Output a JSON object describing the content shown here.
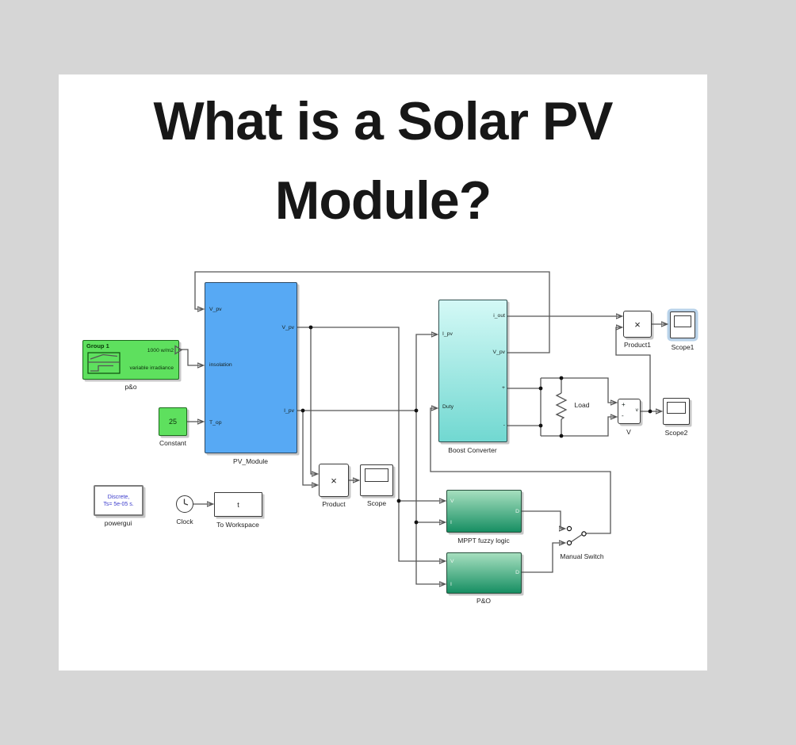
{
  "title": {
    "line1": "What is a Solar PV",
    "line2": "Module?"
  },
  "colors": {
    "page_background": "#d6d6d6",
    "card_background": "#ffffff",
    "block_green": "#5ee05e",
    "block_blue": "#57a9f4",
    "boost_gradient_top": "#d4f9f6",
    "boost_gradient_bottom": "#71d8d1",
    "mppt_gradient_top": "#a6dfbf",
    "mppt_gradient_bottom": "#178f63",
    "powergui_text": "#3c3ccc",
    "selection_highlight": "#b9d3ea",
    "wire": "#565656"
  },
  "diagram": {
    "signal_builder": {
      "header": "Group 1",
      "irradiance_value": "1000 w/m2",
      "irradiance_label": "variable irradiance",
      "name": "p&o"
    },
    "pv_module": {
      "name": "PV_Module",
      "in_vpv": "V_pv",
      "in_insolation": "insolation",
      "in_top": "T_op",
      "out_vpv": "V_pv",
      "out_ipv": "I_pv"
    },
    "constant": {
      "value": "25",
      "name": "Constant"
    },
    "powergui": {
      "line1": "Discrete,",
      "line2": "Ts= 5e-05 s.",
      "name": "powergui"
    },
    "clock": {
      "name": "Clock"
    },
    "to_workspace": {
      "value": "t",
      "name": "To Workspace"
    },
    "product": {
      "symbol": "×",
      "name": "Product"
    },
    "scope": {
      "name": "Scope"
    },
    "boost": {
      "name": "Boost Converter",
      "in_ipv": "I_pv",
      "in_duty": "Duty",
      "out_iout": "i_out",
      "out_vpv": "V_pv",
      "out_plus": "+",
      "out_minus": "-"
    },
    "load": {
      "name": "Load"
    },
    "vmeas": {
      "plus": "+",
      "minus": "-",
      "out": "v",
      "name": "V"
    },
    "product1": {
      "symbol": "×",
      "name": "Product1"
    },
    "scope1": {
      "name": "Scope1"
    },
    "scope2": {
      "name": "Scope2"
    },
    "mppt": {
      "name": "MPPT fuzzy logic",
      "in_v": "V",
      "in_i": "I",
      "out_d": "D"
    },
    "pando": {
      "name": "P&O",
      "in_v": "V",
      "in_i": "I",
      "out_d": "D"
    },
    "manual_switch": {
      "name": "Manual Switch"
    }
  }
}
